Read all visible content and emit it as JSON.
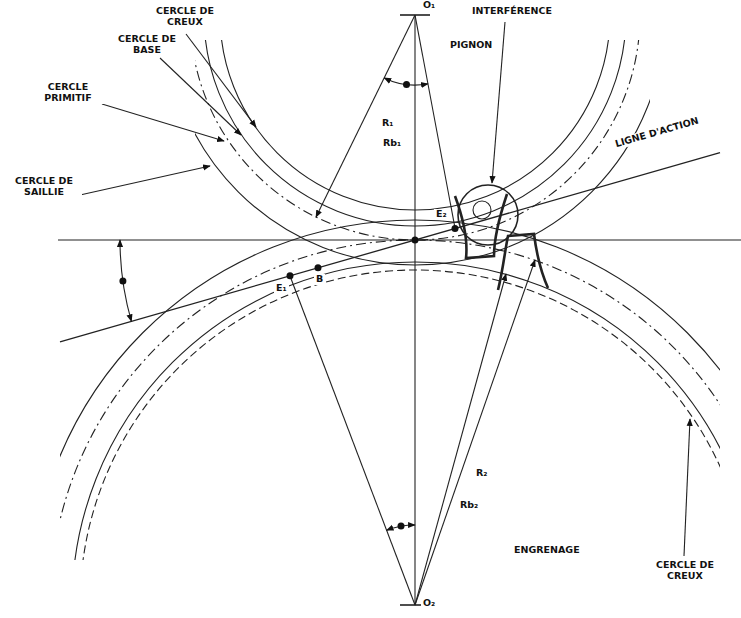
{
  "diagram": {
    "labels": [
      "CERCLE DE CREUX",
      "CERCLE DE BASE",
      "CERCLE PRIMITIF",
      "CERCLE DE SAILLIE",
      "INTERFÉRENCE",
      "PIGNON",
      "LIGNE D'ACTION",
      "O₁",
      "R₁",
      "Rb₁",
      "E₂",
      "E₁",
      "B",
      "ENGRENAGE",
      "Rb₂",
      "R₂",
      "CERCLE DE CREUX",
      "O₂"
    ]
  }
}
